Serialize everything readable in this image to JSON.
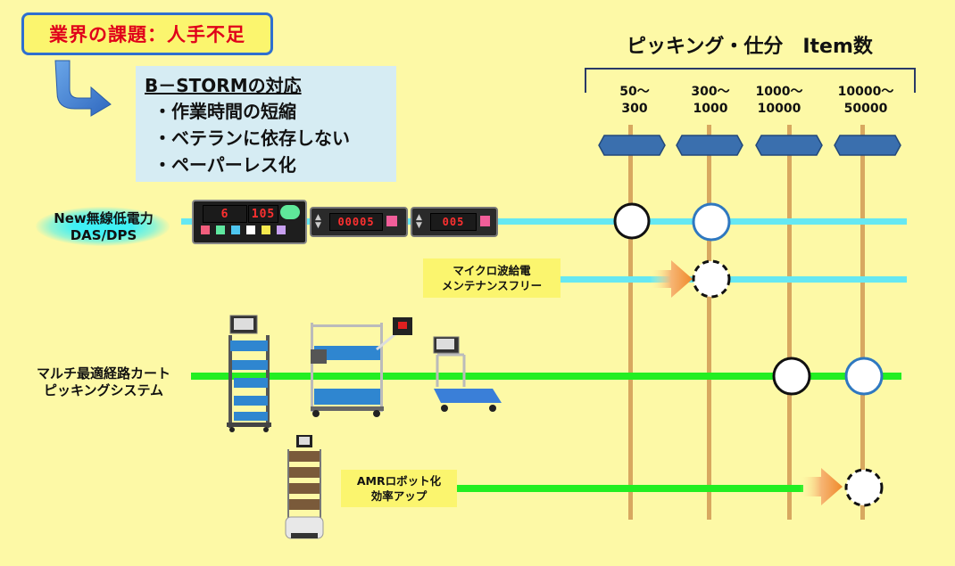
{
  "issue": {
    "text": "業界の課題：人手不足"
  },
  "response": {
    "title": "B－STORMの対応",
    "items": [
      "・作業時間の短縮",
      "・ベテランに依存しない",
      "・ペーパーレス化"
    ]
  },
  "header": {
    "title": "ピッキング・仕分　Item数"
  },
  "bands": [
    {
      "line1": "50～",
      "line2": "300"
    },
    {
      "line1": "300～",
      "line2": "1000"
    },
    {
      "line1": "1000～",
      "line2": "10000"
    },
    {
      "line1": "10000～",
      "line2": "50000"
    }
  ],
  "rows": {
    "das": {
      "line1": "New無線低電力",
      "line2": "DAS/DPS"
    },
    "microwave": {
      "line1": "マイクロ波給電",
      "line2": "メンテナンスフリー"
    },
    "cart": {
      "line1": "マルチ最適経路カート",
      "line2": "ピッキングシステム"
    },
    "amr": {
      "line1": "AMRロボット化",
      "line2": "効率アップ"
    }
  },
  "devices": {
    "display1_left": "6",
    "display1_right": "105",
    "display2": "00005",
    "display3": "005"
  },
  "colors": {
    "background": "#fdf9a6",
    "issue_text": "#e0001a",
    "cyan_line": "#66e8f2",
    "green_line": "#22ee22",
    "vertical_line": "#d8a860",
    "hexagon": "#3a6fae",
    "circle_blue": "#2f78c0",
    "arrow": "#f08a2a"
  }
}
